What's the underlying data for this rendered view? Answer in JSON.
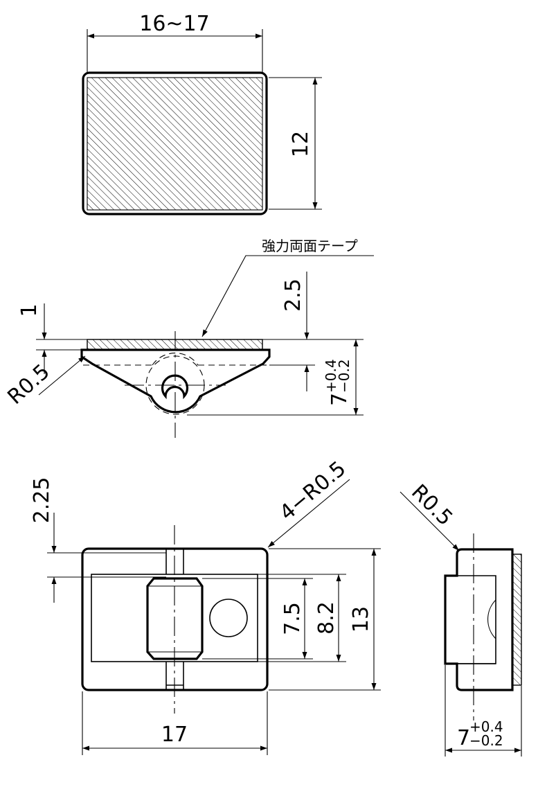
{
  "colors": {
    "ink": "#000000",
    "background": "#ffffff"
  },
  "top_view": {
    "width_dim": "16~17",
    "height_dim": "12"
  },
  "side_view": {
    "tape_label": "強力両面テープ",
    "dim_tape": "1",
    "dim_depth": "2.5",
    "dim_radius": "R0.5",
    "dim_height": {
      "base": "7",
      "upper": "+0.4",
      "lower": "−0.2"
    }
  },
  "bottom_view": {
    "dim_offset": "2.25",
    "dim_corner_radius": "4−R0.5",
    "dim_inner": "7.5",
    "dim_outer_inner": "8.2",
    "dim_height": "13",
    "dim_width": "17"
  },
  "end_view": {
    "dim_radius": "R0.5",
    "dim_depth": {
      "base": "7",
      "upper": "+0.4",
      "lower": "−0.2"
    }
  }
}
